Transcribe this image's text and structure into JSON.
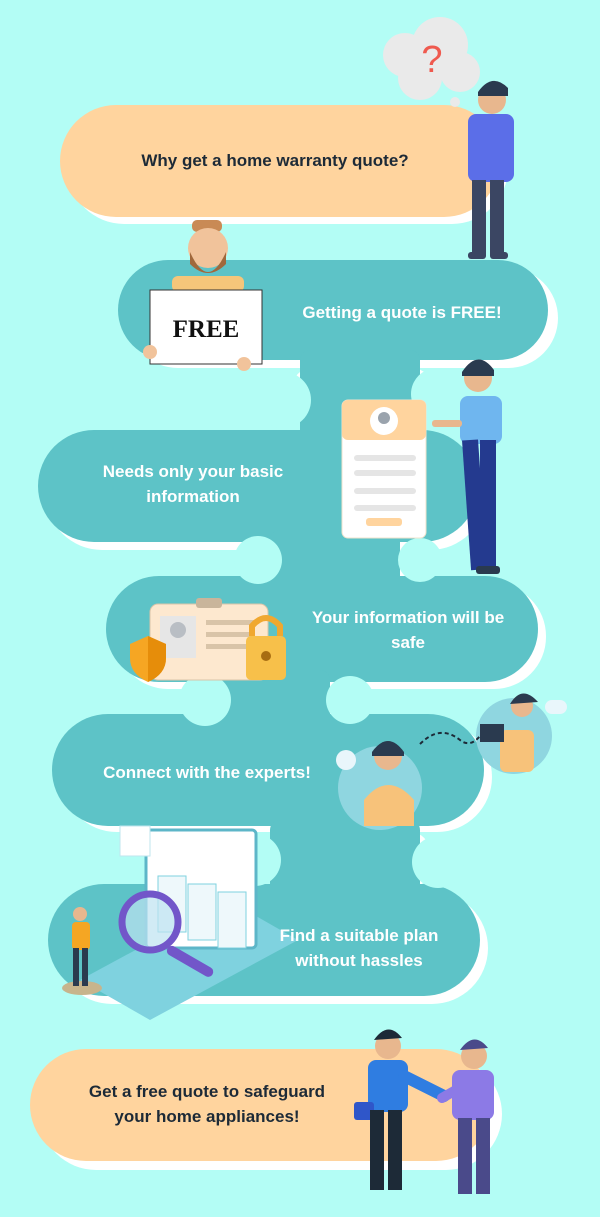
{
  "steps": [
    {
      "text": "Why get a home warranty quote?"
    },
    {
      "text": "Getting a quote is FREE!"
    },
    {
      "text": "Needs only your basic information"
    },
    {
      "text": "Your information will be safe"
    },
    {
      "text": "Connect with the experts!"
    },
    {
      "text": "Find a suitable plan without hassles"
    },
    {
      "text": "Get a free quote to safeguard your home appliances!"
    }
  ],
  "free_sign": "FREE",
  "thought_bubble": "?",
  "colors": {
    "background": "#b3fdf5",
    "peach": "#ffd49e",
    "teal": "#5dc3c7",
    "shadow": "#ffffff"
  }
}
